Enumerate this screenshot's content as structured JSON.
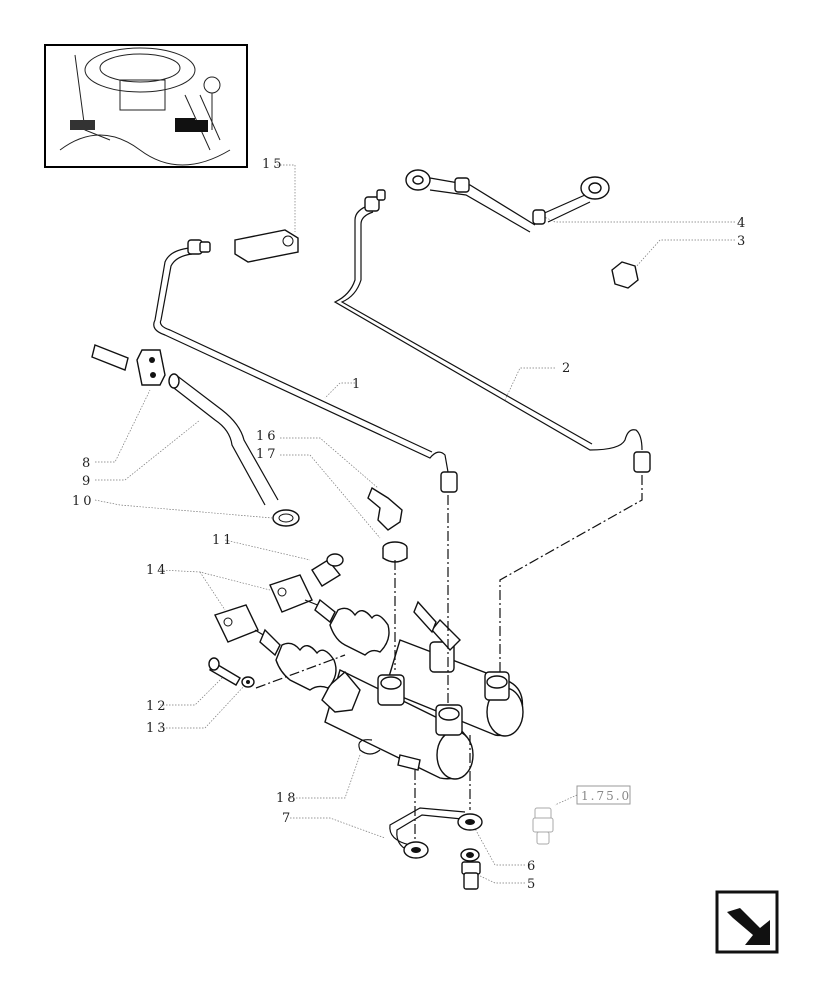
{
  "callouts": [
    "1",
    "2",
    "3",
    "4",
    "5",
    "6",
    "7",
    "8",
    "9",
    "10",
    "11",
    "12",
    "13",
    "14",
    "15",
    "16",
    "17",
    "18"
  ],
  "reference_box": {
    "label": "1.75.0"
  },
  "nav": {
    "icon": "next-page-arrow-icon"
  },
  "thumbnail": {
    "icon": "tractor-cab-pedals-thumbnail"
  }
}
